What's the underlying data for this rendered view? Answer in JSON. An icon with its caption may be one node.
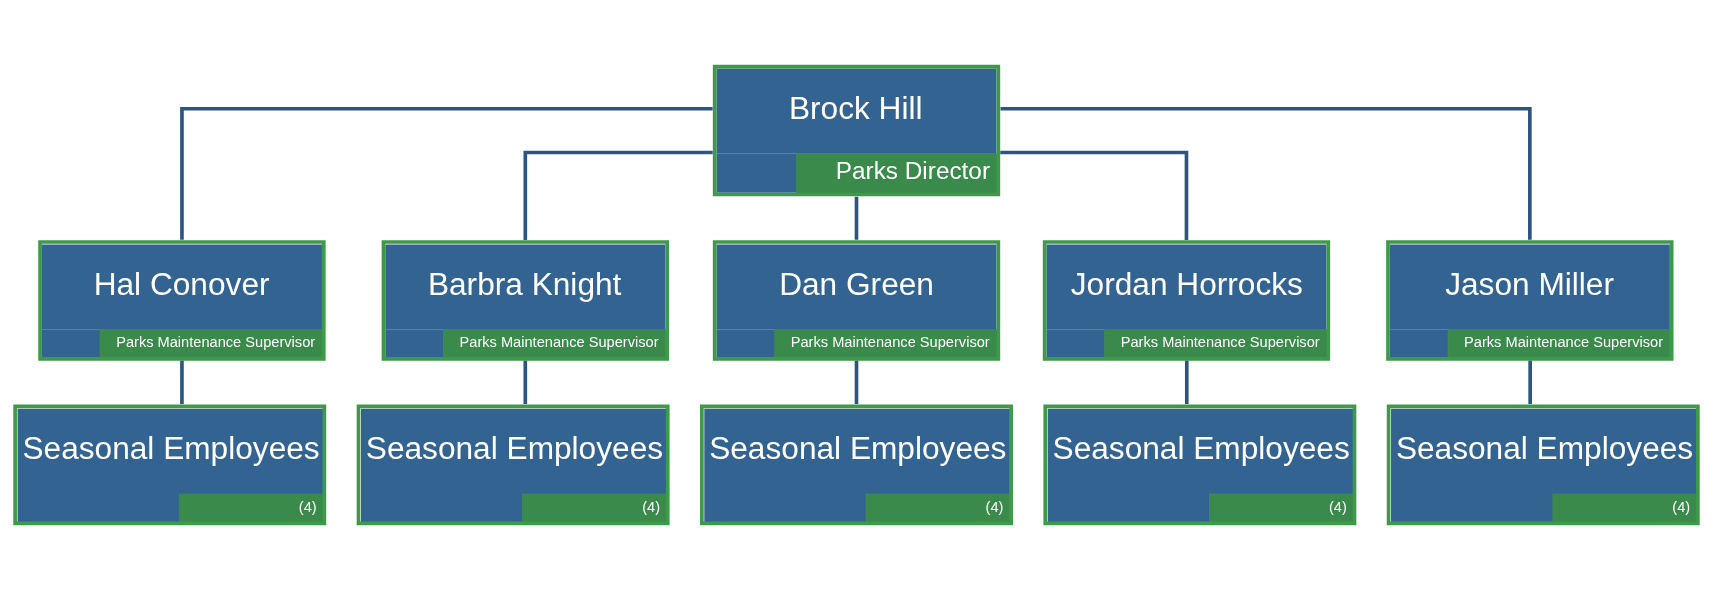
{
  "diagram": {
    "nodes": [
      {
        "text": [
          "Brock Hill",
          "Parks Director"
        ]
      },
      {
        "text": [
          "Hal Conover",
          "Parks Maintenance Supervisor"
        ]
      },
      {
        "text": [
          "Barbra Knight",
          "Parks Maintenance Supervisor"
        ]
      },
      {
        "text": [
          "Dan Green",
          "Parks Maintenance Supervisor"
        ]
      },
      {
        "text": [
          "Jordan Horrocks",
          "Parks Maintenance Supervisor"
        ]
      },
      {
        "text": [
          "Jason Miller",
          "Parks Maintenance Supervisor"
        ]
      },
      {
        "text": [
          "Seasonal Employees",
          "(4)"
        ]
      },
      {
        "text": [
          "Seasonal Employees",
          "(4)"
        ]
      },
      {
        "text": [
          "Seasonal Employees",
          "(4)"
        ]
      },
      {
        "text": [
          "Seasonal Employees",
          "(4)"
        ]
      },
      {
        "text": [
          "Seasonal Employees",
          "(4)"
        ]
      }
    ],
    "edges": [
      {
        "from": 0,
        "to": 1,
        "arrow": "none"
      },
      {
        "from": 0,
        "to": 2,
        "arrow": "none"
      },
      {
        "from": 0,
        "to": 3,
        "arrow": "none"
      },
      {
        "from": 0,
        "to": 4,
        "arrow": "none"
      },
      {
        "from": 0,
        "to": 5,
        "arrow": "none"
      },
      {
        "from": 1,
        "to": 6,
        "arrow": "none"
      },
      {
        "from": 2,
        "to": 7,
        "arrow": "none"
      },
      {
        "from": 3,
        "to": 8,
        "arrow": "none"
      },
      {
        "from": 4,
        "to": 9,
        "arrow": "none"
      },
      {
        "from": 5,
        "to": 10,
        "arrow": "none"
      }
    ]
  }
}
